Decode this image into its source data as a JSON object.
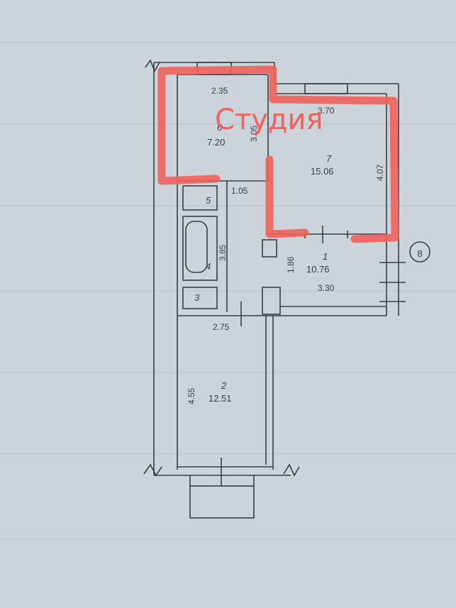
{
  "overlay": {
    "label": "Студия",
    "color": "#f0625a"
  },
  "marker": {
    "label": "8"
  },
  "rooms": [
    {
      "id": "room-1",
      "number": "1",
      "area": "10.76"
    },
    {
      "id": "room-2",
      "number": "2",
      "area": "12.51"
    },
    {
      "id": "room-3",
      "number": "3"
    },
    {
      "id": "room-4",
      "number": "4"
    },
    {
      "id": "room-5",
      "number": "5"
    },
    {
      "id": "room-6",
      "number": "6",
      "area": "7.20"
    },
    {
      "id": "room-7",
      "number": "7",
      "area": "15.06"
    }
  ],
  "dimensions": {
    "kitchen_width": "2.35",
    "kitchen_depth": "3.05",
    "room7_width": "3.70",
    "room7_depth": "4.07",
    "wc_width": "1.05",
    "bath_length": "3.85",
    "hall_depth": "1.86",
    "hall_width": "3.30",
    "room2_width": "2.75",
    "room2_depth": "4.55"
  }
}
